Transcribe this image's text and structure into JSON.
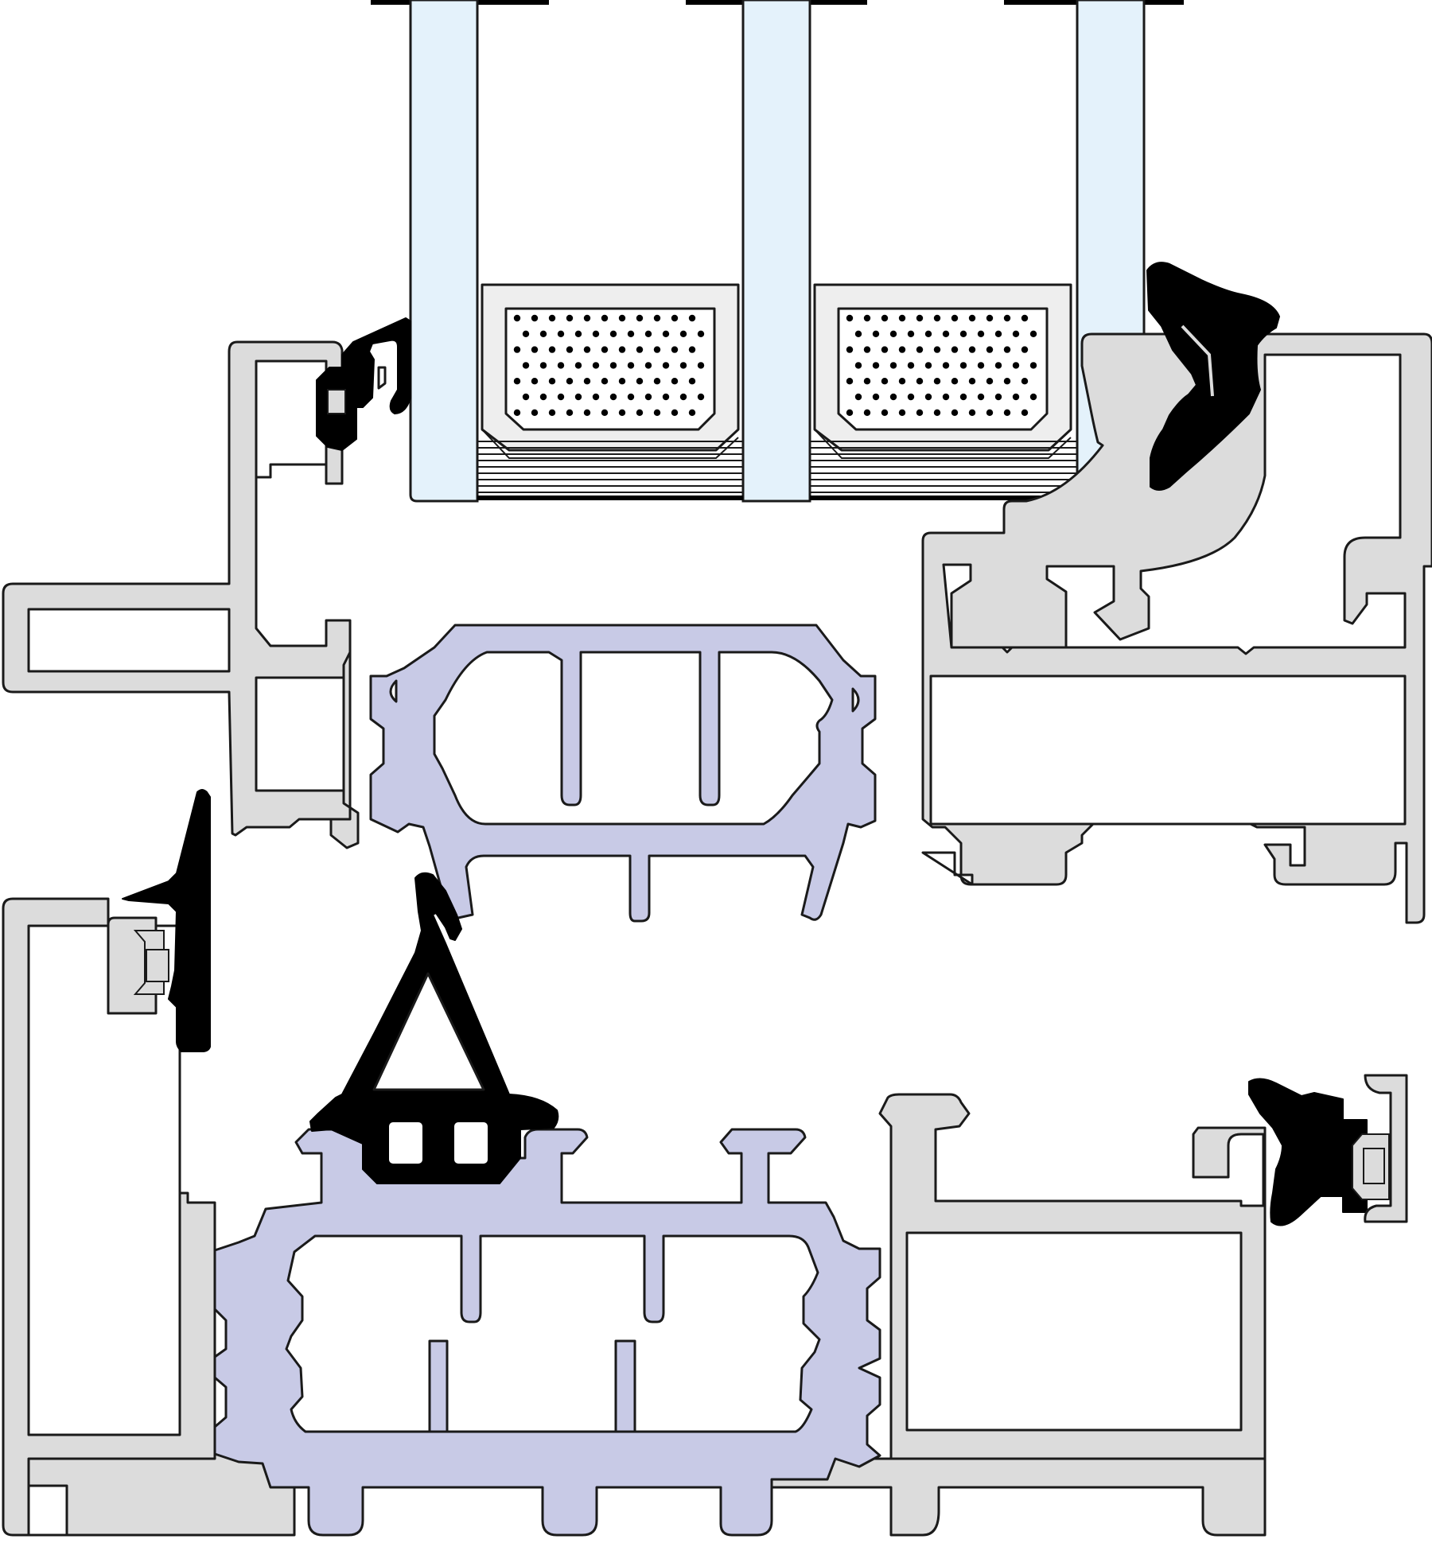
{
  "diagram": {
    "kind": "window-frame-cross-section",
    "visible_text": [],
    "components": [
      {
        "id": "glass-pane-outer",
        "role": "glazing"
      },
      {
        "id": "glass-pane-middle",
        "role": "glazing"
      },
      {
        "id": "glass-pane-inner",
        "role": "glazing"
      },
      {
        "id": "spacer-left",
        "role": "desiccant-spacer"
      },
      {
        "id": "spacer-right",
        "role": "desiccant-spacer"
      },
      {
        "id": "sash-profile",
        "role": "aluminium-profile"
      },
      {
        "id": "frame-profile",
        "role": "aluminium-profile"
      },
      {
        "id": "thermal-break-upper",
        "role": "polyamide-insulating-strip"
      },
      {
        "id": "thermal-break-lower",
        "role": "polyamide-insulating-strip"
      },
      {
        "id": "glazing-gasket-left",
        "role": "epdm-gasket"
      },
      {
        "id": "glazing-gasket-right",
        "role": "epdm-gasket"
      },
      {
        "id": "center-seal-gasket",
        "role": "epdm-gasket"
      },
      {
        "id": "outer-seal-gasket",
        "role": "epdm-gasket"
      },
      {
        "id": "inner-seal-gasket",
        "role": "epdm-gasket"
      }
    ],
    "colors": {
      "aluminium": "#dcdcdc",
      "thermal_break": "#c8cae6",
      "glass": "#e4f2fb",
      "gasket": "#000000",
      "spacer": "#eeeeee",
      "outline": "#1a1a1a",
      "background": "#ffffff"
    }
  }
}
